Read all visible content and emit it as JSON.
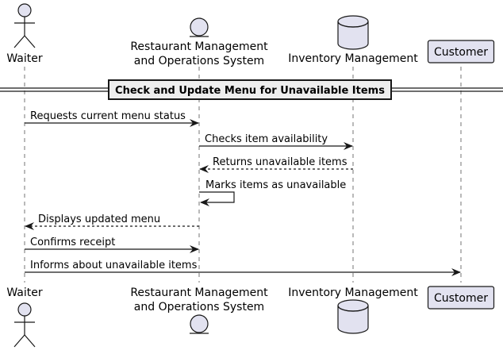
{
  "participants": [
    {
      "key": "waiter",
      "shape": "actor",
      "label_lines": [
        "Waiter"
      ]
    },
    {
      "key": "rmos",
      "shape": "entity",
      "label_lines": [
        "Restaurant Management",
        "and Operations System"
      ]
    },
    {
      "key": "inventory",
      "shape": "database",
      "label_lines": [
        "Inventory Management"
      ]
    },
    {
      "key": "customer",
      "shape": "participant-box",
      "label_lines": [
        "Customer"
      ]
    }
  ],
  "divider": {
    "label": "Check and Update Menu for Unavailable Items"
  },
  "messages": [
    {
      "from": "waiter",
      "to": "rmos",
      "style": "solid",
      "label": "Requests current menu status"
    },
    {
      "from": "rmos",
      "to": "inventory",
      "style": "solid",
      "label": "Checks item availability"
    },
    {
      "from": "inventory",
      "to": "rmos",
      "style": "dashed",
      "label": "Returns unavailable items"
    },
    {
      "from": "rmos",
      "to": "rmos",
      "style": "self",
      "label": "Marks items as unavailable"
    },
    {
      "from": "rmos",
      "to": "waiter",
      "style": "dashed",
      "label": "Displays updated menu"
    },
    {
      "from": "waiter",
      "to": "rmos",
      "style": "solid",
      "label": "Confirms receipt"
    },
    {
      "from": "waiter",
      "to": "customer",
      "style": "solid",
      "label": "Informs about unavailable items"
    }
  ],
  "colors": {
    "participant_fill": "#E2E2F0",
    "participant_stroke": "#181818",
    "divider_fill": "#EEEEEE",
    "lifeline": "#181818",
    "arrow": "#181818",
    "text": "#000000"
  }
}
